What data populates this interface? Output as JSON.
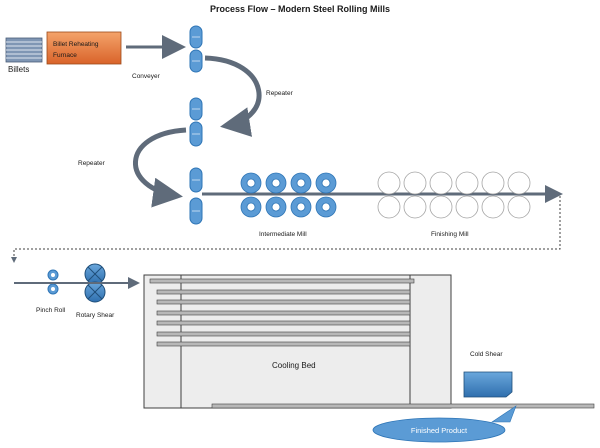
{
  "title": "Process Flow – Modern Steel Rolling Mills",
  "labels": {
    "billets": "Billets",
    "furnace_line1": "Billet Reheating",
    "furnace_line2": "Furnace",
    "conveyer": "Conveyer",
    "repeater_top": "Repeater",
    "repeater_left": "Repeater",
    "intermediate_mill": "Intermediate Mill",
    "finishing_mill": "Finishing Mill",
    "pinch_roll": "Pinch Roll",
    "rotary_shear": "Rotary Shear",
    "cooling_bed": "Cooling Bed",
    "cold_shear": "Cold Shear",
    "finished_product": "Finished Product"
  },
  "colors": {
    "roll_blue": "#5b9bd5",
    "roll_dark": "#2e75b6",
    "furnace_orange": "#e07b39",
    "arrow_gray": "#5f6b7a",
    "finishing_fill": "#ffffff",
    "finishing_stroke": "#a6a6a6",
    "bed_fill": "#ededed"
  }
}
